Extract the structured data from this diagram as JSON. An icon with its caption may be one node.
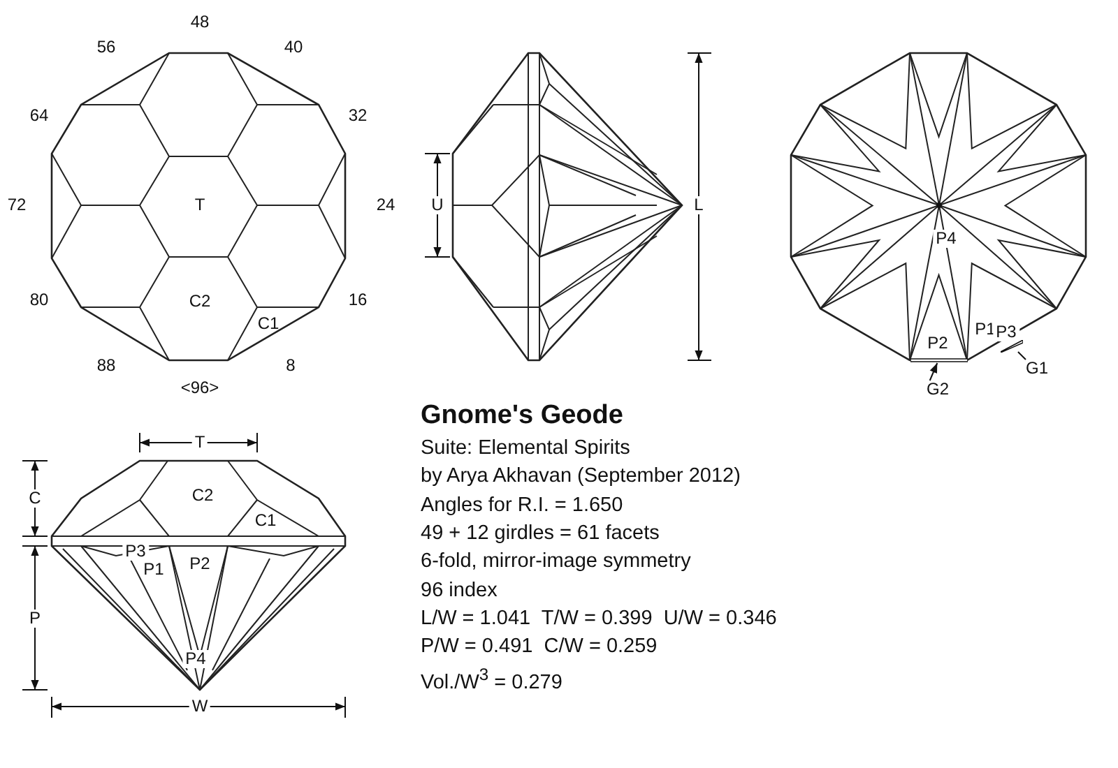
{
  "diagram": {
    "title": "Gnome's Geode",
    "nodes": [
      {
        "text": [
          "G1"
        ]
      },
      {
        "text": [
          "G2"
        ]
      },
      {
        "text": [],
        "shape": "bar"
      },
      {
        "text": [],
        "shape": "bar"
      }
    ],
    "edges": [
      {
        "from": 0,
        "to": 3,
        "arrow": "none"
      },
      {
        "from": 1,
        "to": 2,
        "arrow": "to"
      }
    ],
    "labels": [
      "48",
      "56",
      "40",
      "64",
      "32",
      "72",
      "24",
      "80",
      "16",
      "88",
      "8",
      "<96>",
      "T",
      "C2",
      "C1",
      "U",
      "L",
      "P4",
      "P2",
      "P1",
      "P3",
      "T",
      "C",
      "C2",
      "C1",
      "P3",
      "P1",
      "P2",
      "P",
      "P4",
      "W",
      "Suite: Elemental Spirits",
      "by Arya Akhavan (September 2012)",
      "Angles for R.I. = 1.650",
      "49 + 12 girdles = 61 facets",
      "6-fold, mirror-image symmetry",
      "96 index",
      "L/W = 1.041  T/W = 0.399  U/W = 0.346",
      "P/W = 0.491  C/W = 0.259",
      "Vol./W$^{3}$ = 0.279"
    ]
  }
}
